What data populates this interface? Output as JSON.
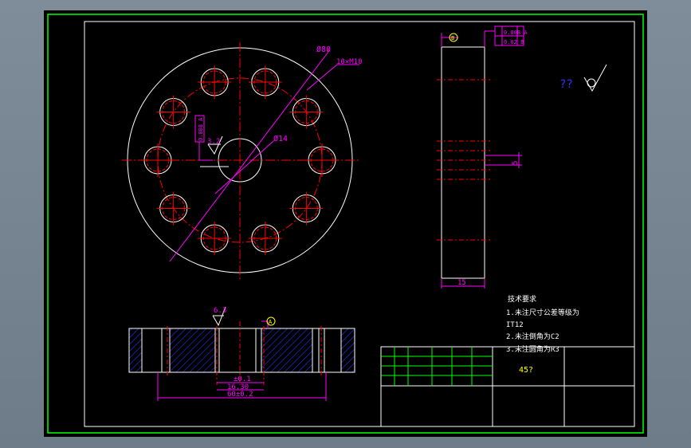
{
  "colors": {
    "background": "#000000",
    "outer_frame": "#00ff00",
    "border": "#ffffff",
    "centerline": "#ff0000",
    "dimension": "#ff00ff",
    "hatch": "#3030ff",
    "title_grid": "#00ff00",
    "note_text": "#ffffff",
    "angle_text": "#ffff00"
  },
  "front_view": {
    "dia_outer": "Ø80",
    "holes": "10×M10",
    "dia_bore": "Ø14",
    "tol_frame": "0.008 A",
    "roughness": "3.2"
  },
  "side_view": {
    "datum_b": "B",
    "tol_row1": "0.008 A",
    "tol_row2": "0.02 B",
    "dim_5": "5",
    "dim_15": "15"
  },
  "section_view": {
    "roughness": "6.3",
    "datum_a": "A",
    "dim_01": "±0.1",
    "dim_16_30": "16.30",
    "dim_60": "60±0.2"
  },
  "surface_symbol": {
    "text": "??"
  },
  "tech_notes": {
    "title": "技术要求",
    "line1": "1.未注尺寸公差等级为",
    "line2": "IT12",
    "line3": "2.未注倒角为C2",
    "line4": "3.未注圆角为R3"
  },
  "title_block": {
    "angle": "45?"
  }
}
